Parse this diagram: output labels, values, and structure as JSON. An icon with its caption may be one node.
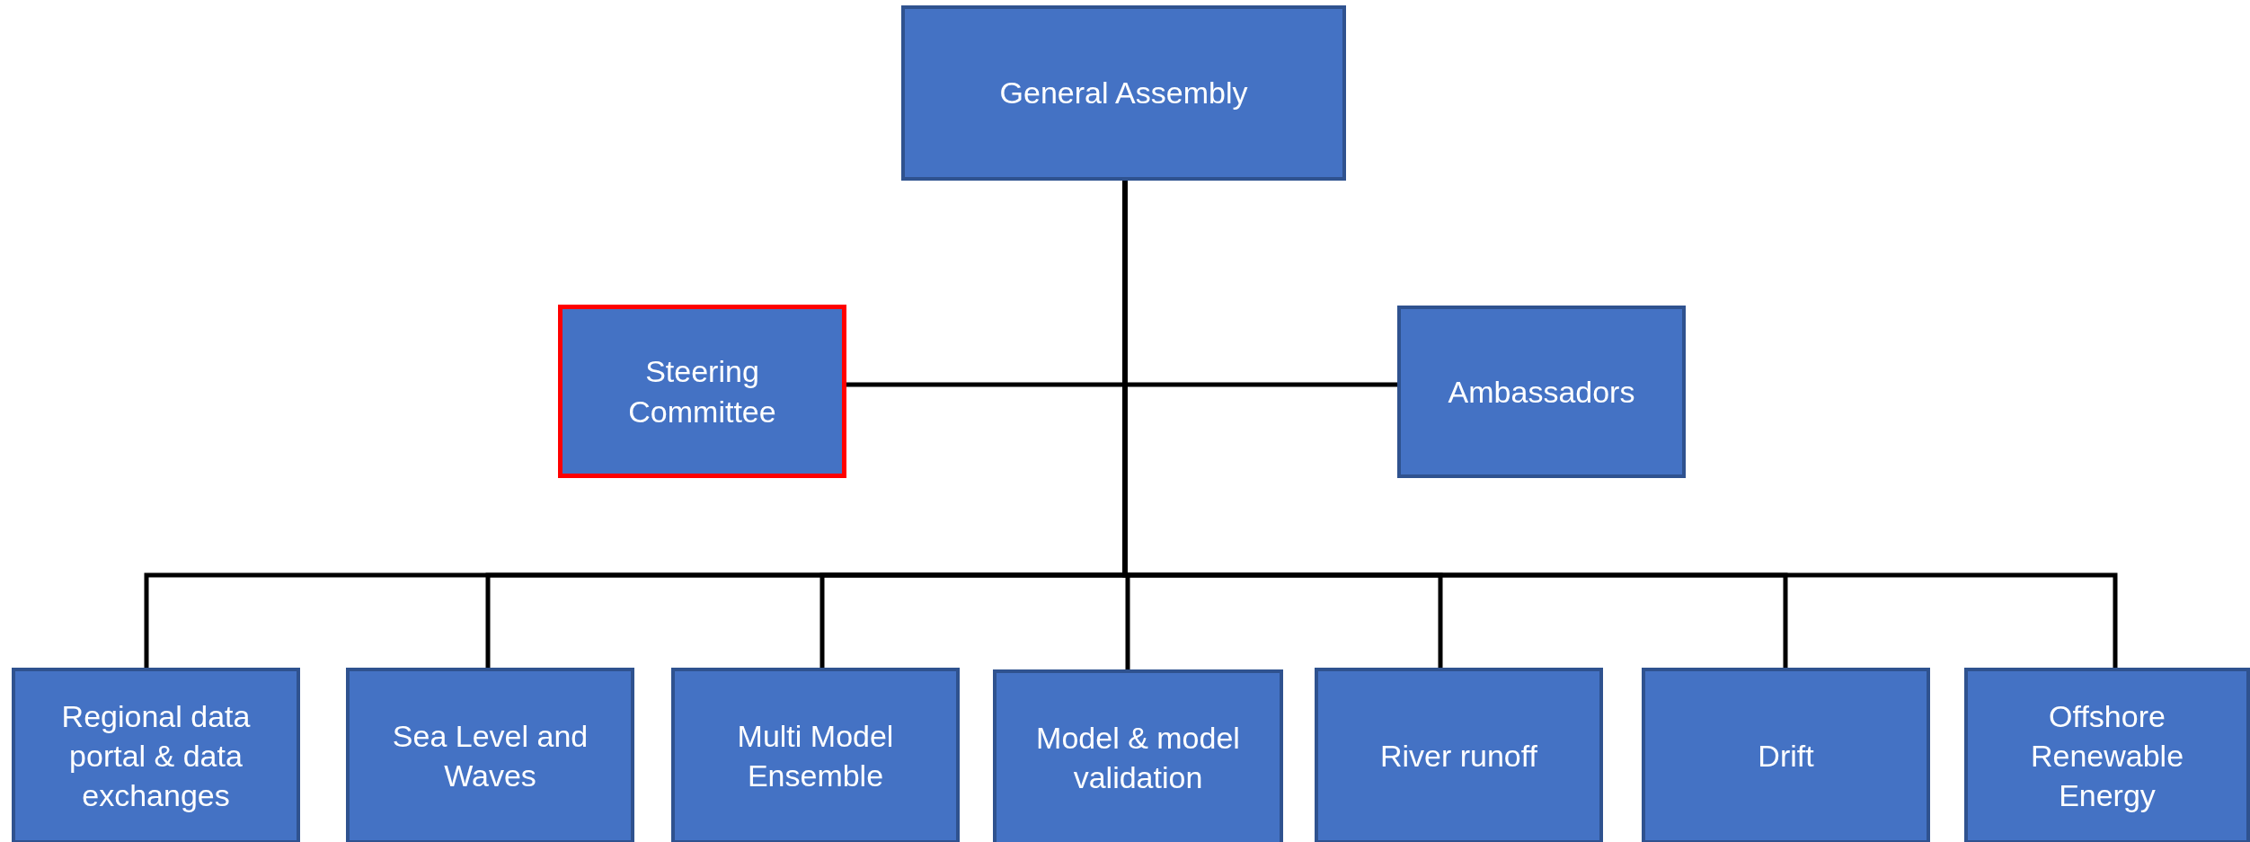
{
  "diagram": {
    "nodes": [
      {
        "text": [
          "General Assembly"
        ]
      },
      {
        "text": [
          "Steering Committee"
        ]
      },
      {
        "text": [
          "Ambassadors"
        ]
      },
      {
        "text": [
          "Regional data portal & data exchanges"
        ]
      },
      {
        "text": [
          "Sea Level and Waves"
        ]
      },
      {
        "text": [
          "Multi Model Ensemble"
        ]
      },
      {
        "text": [
          "Model & model validation"
        ]
      },
      {
        "text": [
          "River runoff"
        ]
      },
      {
        "text": [
          "Drift"
        ]
      },
      {
        "text": [
          "Offshore Renewable Energy"
        ]
      }
    ],
    "edges": [
      {
        "from": 0,
        "to": 1,
        "arrow": "none"
      },
      {
        "from": 0,
        "to": 2,
        "arrow": "none"
      },
      {
        "from": 0,
        "to": 3,
        "arrow": "none"
      },
      {
        "from": 0,
        "to": 4,
        "arrow": "none"
      },
      {
        "from": 0,
        "to": 5,
        "arrow": "none"
      },
      {
        "from": 0,
        "to": 6,
        "arrow": "none"
      },
      {
        "from": 0,
        "to": 7,
        "arrow": "none"
      },
      {
        "from": 0,
        "to": 8,
        "arrow": "none"
      },
      {
        "from": 0,
        "to": 9,
        "arrow": "none"
      }
    ]
  }
}
